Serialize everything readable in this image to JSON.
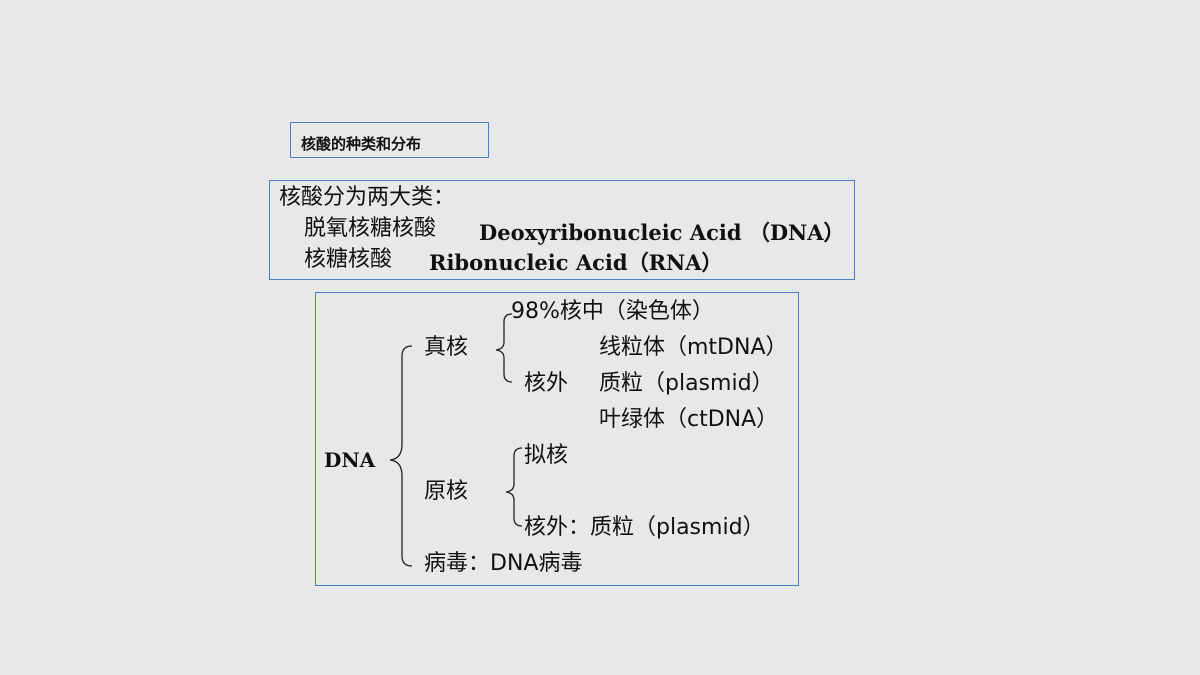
{
  "title": "核酸的种类和分布",
  "definition": {
    "heading": "核酸分为两大类：",
    "dna_cn": "脱氧核糖核酸",
    "dna_en": "Deoxyribonucleic Acid （DNA）",
    "rna_cn": "核糖核酸",
    "rna_en": "Ribonucleic Acid（RNA）"
  },
  "tree": {
    "root": "DNA",
    "eukaryote": "真核",
    "nuclear": "98%核中（染色体）",
    "extranuclear": "核外",
    "mito": "线粒体（mtDNA）",
    "plasmid": "质粒（plasmid）",
    "chloro": "叶绿体（ctDNA）",
    "prokaryote": "原核",
    "nucleoid": "拟核",
    "pro_extra": "核外：质粒（plasmid）",
    "virus": "病毒：DNA病毒"
  }
}
